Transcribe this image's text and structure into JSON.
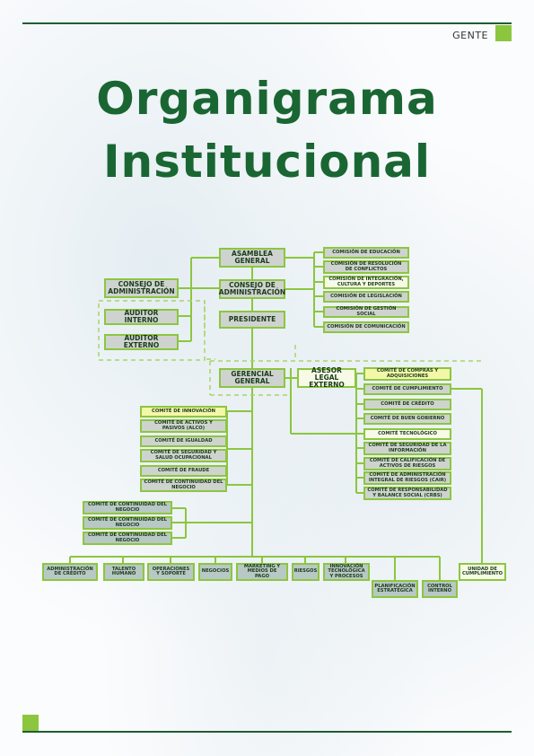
{
  "header": {
    "section": "GENTE"
  },
  "title": {
    "line1": "Organigrama",
    "line2": "Institucional"
  },
  "org": {
    "asamblea": "ASAMBLEA GENERAL",
    "consejo_left": "CONSEJO DE ADMINISTRACIÓN",
    "consejo_center": "CONSEJO DE ADMINISTRACIÓN",
    "auditor_interno": "AUDITOR INTERNO",
    "auditor_externo": "AUDITOR EXTERNO",
    "presidente": "PRESIDENTE",
    "gerencial": "GERENCIAL GENERAL",
    "asesor": "ASESOR LEGAL EXTERNO",
    "comisiones": [
      "COMISIÓN DE EDUCACIÓN",
      "COMISIÓN DE RESOLUCIÓN DE CONFLICTOS",
      "COMISIÓN DE INTEGRACIÓN, CULTURA Y DEPORTES",
      "COMISIÓN DE LEGISLACIÓN",
      "COMISIÓN DE GESTIÓN SOCIAL",
      "COMISIÓN DE COMUNICACIÓN"
    ],
    "comites_right": [
      "COMITÉ DE COMPRAS Y ADQUISICIONES",
      "COMITÉ DE CUMPLIMIENTO",
      "COMITÉ DE CRÉDITO",
      "COMITÉ DE BUEN GOBIERNO",
      "COMITÉ TECNOLÓGICO",
      "COMITÉ DE SEGURIDAD DE LA INFORMACIÓN",
      "COMITÉ DE CALIFICACIÓN DE ACTIVOS DE RIESGOS",
      "COMITÉ DE ADMINISTRACIÓN INTEGRAL DE RIESGOS (CAIR)",
      "COMITÉ DE RESPONSABILIDAD Y BALANCE SOCIAL (CRBS)"
    ],
    "comites_left": [
      "COMITÉ DE INNOVACIÓN",
      "COMITÉ DE ACTIVOS Y PASIVOS (ALCO)",
      "COMITÉ DE IGUALDAD",
      "COMITÉ DE SEGURIDAD Y SALUD OCUPACIONAL",
      "COMITÉ DE FRAUDE",
      "COMITÉ DE CONTINUIDAD DEL NEGOCIO"
    ],
    "continuidad": [
      "COMITÉ DE CONTINUIDAD DEL NEGOCIO",
      "COMITÉ DE CONTINUIDAD DEL NEGOCIO",
      "COMITÉ DE CONTINUIDAD DEL NEGOCIO"
    ],
    "departamentos": [
      "ADMINISTRACIÓN DE CRÉDITO",
      "TALENTO HUMANO",
      "OPERACIONES Y SOPORTE",
      "NEGOCIOS",
      "MARKETING Y MEDIOS DE PAGO",
      "RIESGOS",
      "INNOVACIÓN TECNOLÓGICA Y PROCESOS"
    ],
    "planificacion": "PLANIFICACIÓN ESTRATÉGICA",
    "control": "CONTROL INTERNO",
    "unidad": "UNIDAD DE CUMPLIMIENTO"
  }
}
